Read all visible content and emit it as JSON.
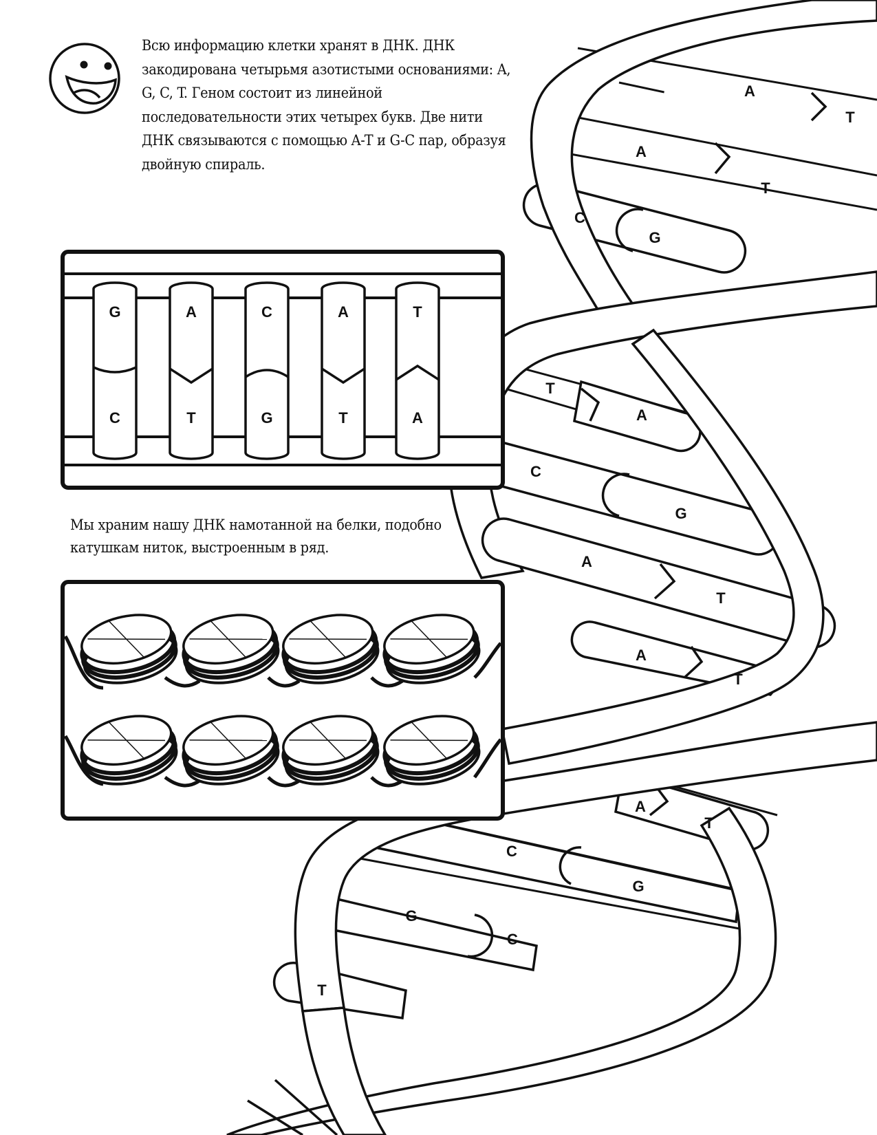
{
  "intro_text": "Всю информацию клетки хранят в ДНК. ДНК закодирована четырьмя азотистыми основаниями: A, G, C, T. Геном состоит из линейной последовательности этих четырех букв. Две нити ДНК связываются с помощью A-T и G-C пар, образуя двойную спираль.",
  "caption_text": "Мы храним нашу ДНК намотанной на белки, подобно катушкам ниток, выстроенным в ряд.",
  "base_pairs_panel": {
    "pairs": [
      {
        "top": "G",
        "bottom": "C"
      },
      {
        "top": "A",
        "bottom": "T"
      },
      {
        "top": "C",
        "bottom": "G"
      },
      {
        "top": "A",
        "bottom": "T"
      },
      {
        "top": "T",
        "bottom": "A"
      }
    ]
  },
  "nucleosome_panel": {
    "rows": 2,
    "per_row": 4
  },
  "helix_pairs": [
    {
      "left": "A",
      "right": "T"
    },
    {
      "left": "A",
      "right": "T"
    },
    {
      "left": "C",
      "right": "G"
    },
    {
      "left": "T",
      "right": "A"
    },
    {
      "left": "C",
      "right": "G"
    },
    {
      "left": "A",
      "right": "T"
    },
    {
      "left": "A",
      "right": "T"
    },
    {
      "left": "A",
      "right": "T"
    },
    {
      "left": "C",
      "right": "G"
    },
    {
      "left": "G",
      "right": "C"
    },
    {
      "left": "T",
      "right": ""
    }
  ],
  "colors": {
    "ink": "#111111",
    "paper": "#ffffff"
  },
  "icons": {
    "face": "smiley-face-icon"
  }
}
